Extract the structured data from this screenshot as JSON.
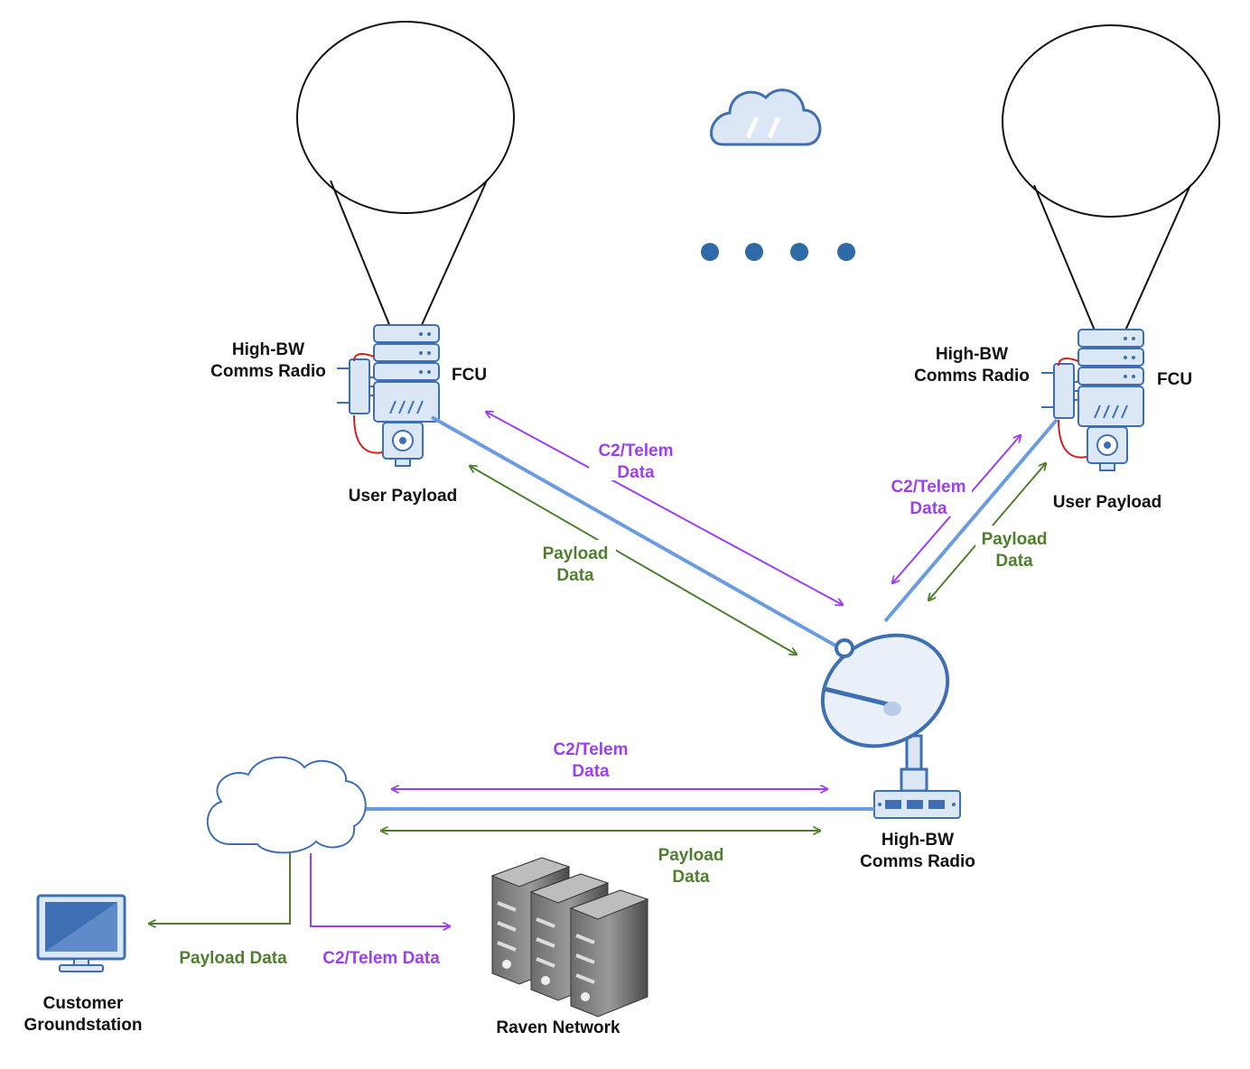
{
  "colors": {
    "purple": "#9b3ff0",
    "green": "#4f7f2e",
    "blue_link": "#6b9be0",
    "black": "#111111",
    "device_fill": "#dce7f5",
    "device_stroke": "#3f6fb3"
  },
  "left_balloon": {
    "radio_label": [
      "High-BW",
      "Comms Radio"
    ],
    "fcu_label": "FCU",
    "payload_label": "User Payload"
  },
  "right_balloon": {
    "radio_label": [
      "High-BW",
      "Comms Radio"
    ],
    "fcu_label": "FCU",
    "payload_label": "User Payload"
  },
  "links": {
    "left_c2": [
      "C2/Telem",
      "Data"
    ],
    "left_payload": [
      "Payload",
      "Data"
    ],
    "right_c2": [
      "C2/Telem",
      "Data"
    ],
    "right_payload": [
      "Payload",
      "Data"
    ],
    "ground_c2": [
      "C2/Telem",
      "Data"
    ],
    "ground_payload": [
      "Payload",
      "Data"
    ],
    "to_customer": "Payload Data",
    "to_raven": "C2/Telem Data"
  },
  "ground": {
    "radio_label": [
      "High-BW",
      "Comms Radio"
    ],
    "customer_label": [
      "Customer",
      "Groundstation"
    ],
    "raven_label": "Raven Network"
  },
  "icons": [
    "balloon-icon",
    "server-icon",
    "radio-icon",
    "camera-icon",
    "cloud-icon",
    "satellite-dish-icon",
    "monitor-icon",
    "server-stack-icon",
    "ellipsis-dots"
  ]
}
